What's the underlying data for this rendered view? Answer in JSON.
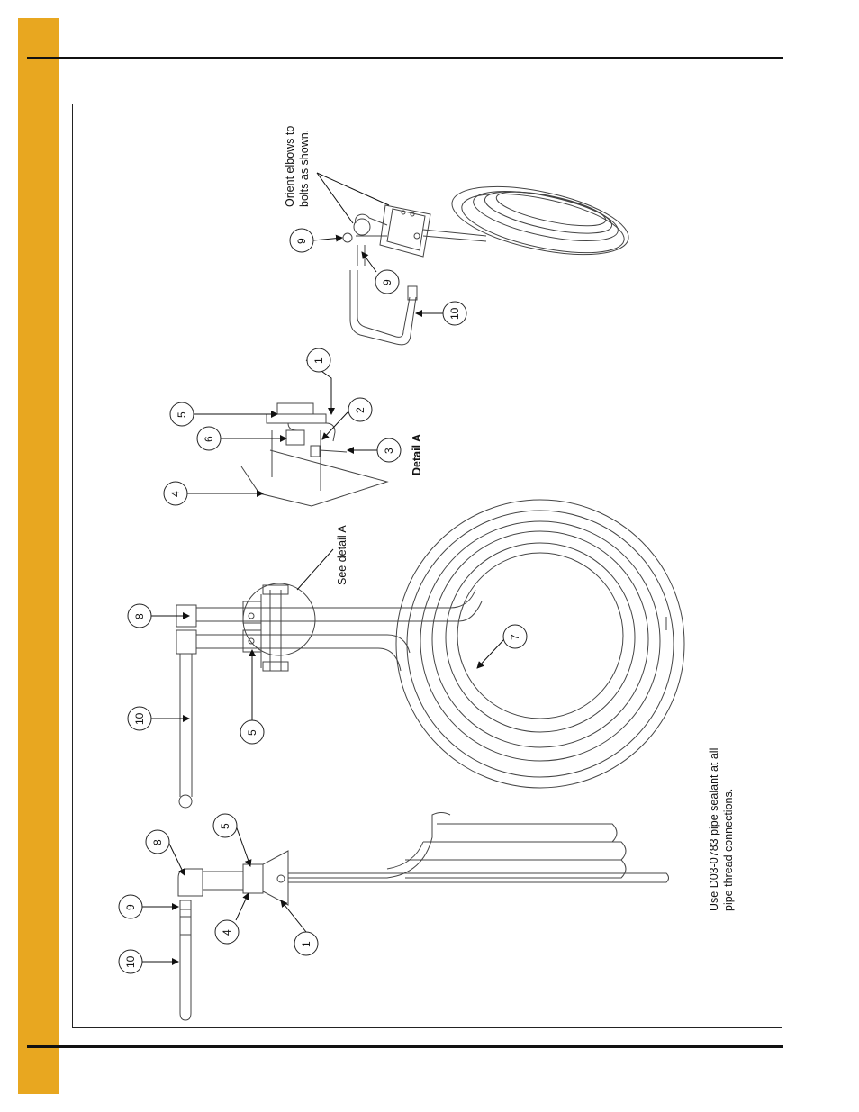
{
  "colors": {
    "side_bar": "#E8A720",
    "rule": "#111111",
    "line": "#444444"
  },
  "detail_title": "Detail A",
  "notes": {
    "orient_line1": "Orient elbows to",
    "orient_line2": "bolts as shown.",
    "see_detail": "See detail A",
    "sealant_line1": "Use D03-0783 pipe sealant at all",
    "sealant_line2": "pipe thread connections."
  },
  "callouts": {
    "iso_9a": "9",
    "iso_9b": "9",
    "iso_10": "10",
    "det_1": "1",
    "det_2": "2",
    "det_3": "3",
    "det_4": "4",
    "det_5": "5",
    "det_6": "6",
    "top_8": "8",
    "top_10": "10",
    "top_5": "5",
    "top_7": "7",
    "side_8": "8",
    "side_9": "9",
    "side_10": "10",
    "side_5": "5",
    "side_4": "4",
    "side_1": "1"
  }
}
